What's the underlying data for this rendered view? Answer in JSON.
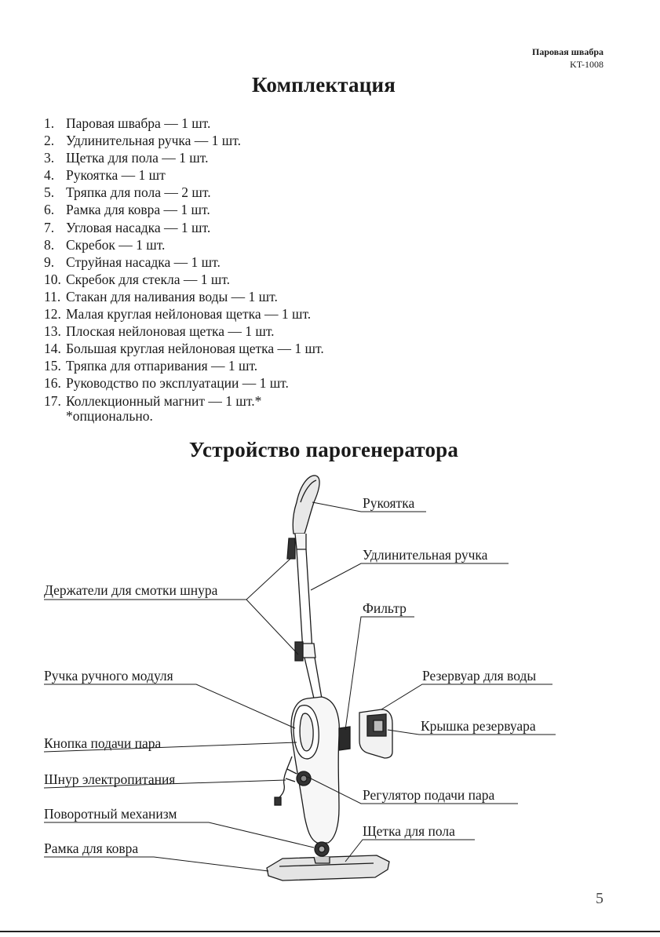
{
  "header": {
    "model": "Паровая швабра",
    "code": "KT-1008"
  },
  "section1": {
    "title": "Комплектация",
    "items": [
      {
        "num": "1.",
        "text": "Паровая швабра — 1 шт."
      },
      {
        "num": "2.",
        "text": "Удлинительная ручка — 1 шт."
      },
      {
        "num": "3.",
        "text": "Щетка для пола — 1 шт."
      },
      {
        "num": "4.",
        "text": "Рукоятка — 1 шт"
      },
      {
        "num": "5.",
        "text": "Тряпка для пола — 2 шт."
      },
      {
        "num": "6.",
        "text": "Рамка для ковра — 1 шт."
      },
      {
        "num": "7.",
        "text": "Угловая насадка — 1 шт."
      },
      {
        "num": "8.",
        "text": "Скребок — 1 шт."
      },
      {
        "num": "9.",
        "text": "Струйная насадка — 1 шт."
      },
      {
        "num": "10.",
        "text": "Скребок для стекла — 1 шт."
      },
      {
        "num": "11.",
        "text": "Стакан для наливания воды — 1 шт."
      },
      {
        "num": "12.",
        "text": "Малая круглая нейлоновая щетка — 1 шт."
      },
      {
        "num": "13.",
        "text": "Плоская нейлоновая щетка — 1 шт."
      },
      {
        "num": "14.",
        "text": "Большая круглая нейлоновая щетка — 1 шт."
      },
      {
        "num": "15.",
        "text": "Тряпка для отпаривания — 1 шт."
      },
      {
        "num": "16.",
        "text": "Руководство по эксплуатации — 1 шт."
      },
      {
        "num": "17.",
        "text": "Коллекционный магнит — 1 шт.*"
      }
    ],
    "note": "*опционально."
  },
  "section2": {
    "title": "Устройство парогенератора",
    "labels": {
      "handle": "Рукоятка",
      "extension": "Удлинительная ручка",
      "filter": "Фильтр",
      "tank": "Резервуар для воды",
      "tank_cap": "Крышка резервуара",
      "steam_regulator": "Регулятор подачи пара",
      "floor_brush": "Щетка для пола",
      "cord_holders": "Держатели для смотки шнура",
      "module_handle": "Ручка ручного модуля",
      "steam_button": "Кнопка подачи пара",
      "power_cord": "Шнур электропитания",
      "swivel": "Поворотный механизм",
      "carpet_frame": "Рамка для ковра"
    }
  },
  "page_number": "5"
}
